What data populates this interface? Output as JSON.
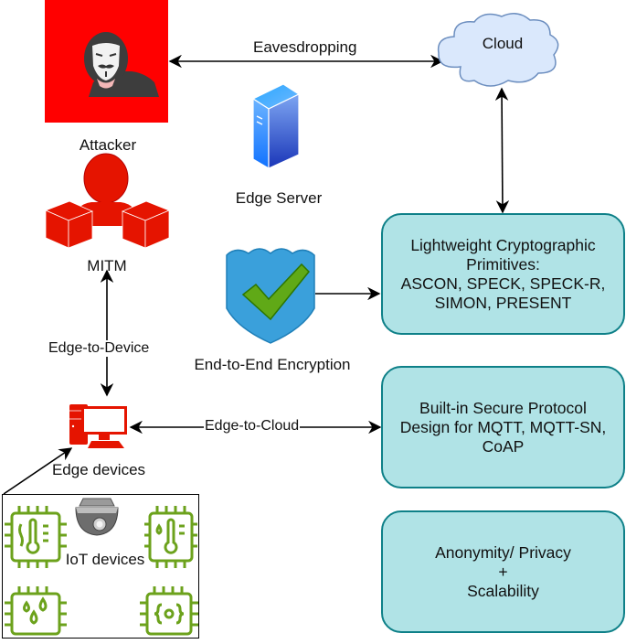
{
  "nodes": {
    "attacker": {
      "label": "Attacker",
      "color": "#ff0000"
    },
    "mitm": {
      "label": "MITM",
      "color": "#e51400"
    },
    "edge_server": {
      "label": "Edge Server"
    },
    "cloud": {
      "label": "Cloud",
      "fill": "#dae8fc",
      "stroke": "#6c8ebf"
    },
    "encryption": {
      "label": "End-to-End Encryption"
    },
    "edge_devices": {
      "label": "Edge devices"
    },
    "iot_devices": {
      "label": "IoT devices",
      "icon_color": "#6ca21c"
    }
  },
  "boxes": [
    {
      "id": "crypto",
      "text": "Lightweight Cryptographic\nPrimitives:\nASCON, SPECK, SPECK-R,\nSIMON, PRESENT"
    },
    {
      "id": "protocol",
      "text": "Built-in Secure Protocol\nDesign for MQTT, MQTT-SN,\nCoAP"
    },
    {
      "id": "privacy",
      "text": "Anonymity/ Privacy\n+\nScalability"
    }
  ],
  "edges": {
    "eavesdropping": "Eavesdropping",
    "edge_to_device": "Edge-to-Device",
    "edge_to_cloud": "Edge-to-Cloud"
  },
  "colors": {
    "box_fill": "#b0e3e6",
    "box_stroke": "#0e8088",
    "shield": "#3aa0db",
    "check": "#60a917"
  }
}
